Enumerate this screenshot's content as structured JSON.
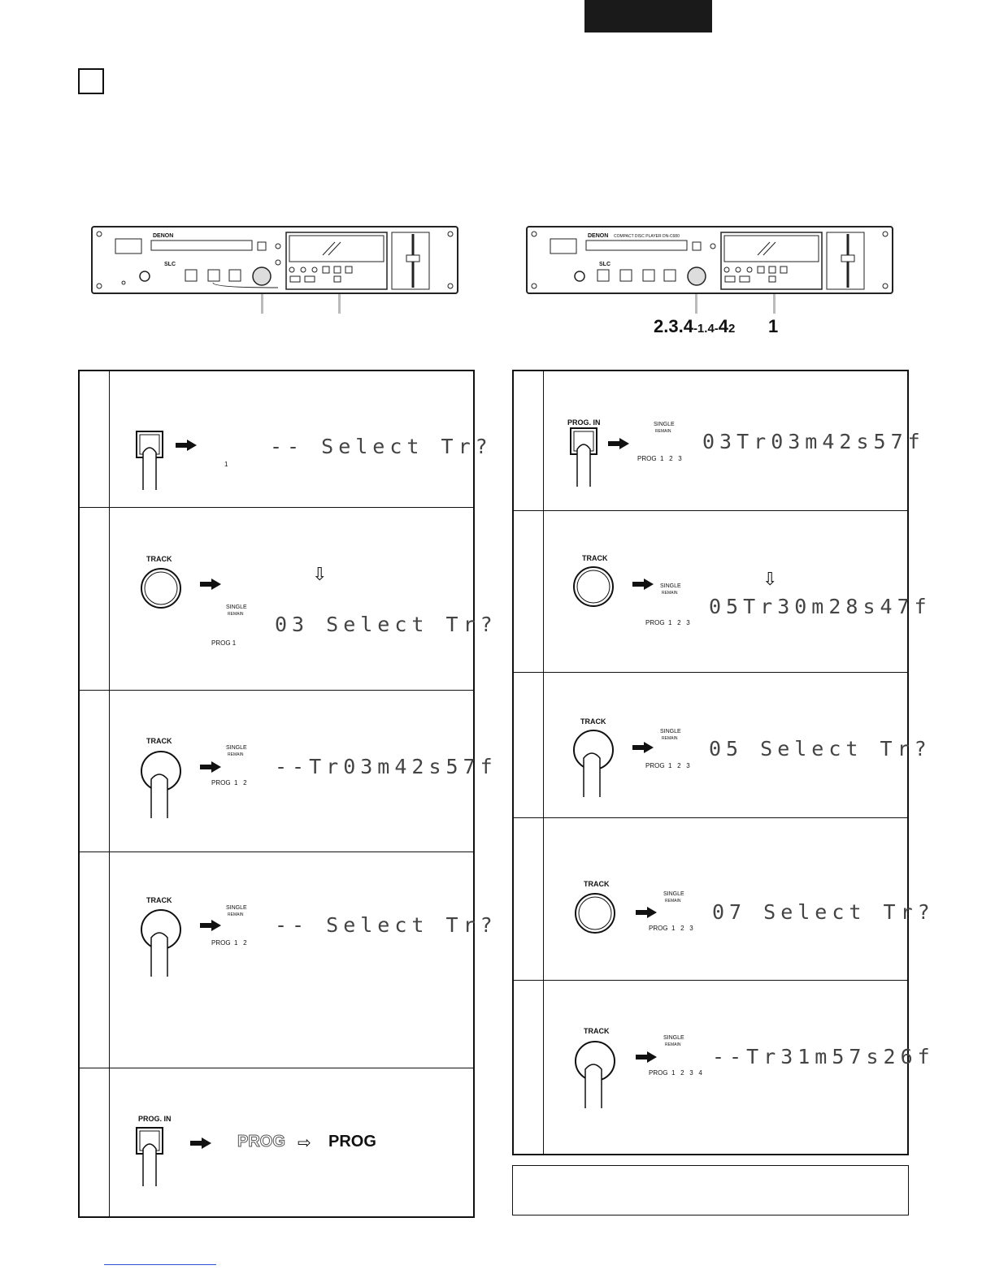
{
  "device_left": {
    "brand": "DENON",
    "logo": "SLC"
  },
  "device_right": {
    "brand": "DENON",
    "model_text": "COMPACT DISC PLAYER DN-C680",
    "logo": "SLC"
  },
  "callout": {
    "main": "2.3.4",
    "sub1": "-1.4-",
    "sub2": "2",
    "right": "1"
  },
  "left_steps": [
    {
      "lcd": "-- Select Tr?",
      "indicator": "1"
    },
    {
      "lcd": "03 Select Tr?",
      "key": "TRACK",
      "status1": "SINGLE",
      "status2": "REMAIN",
      "prog": "PROG 1"
    },
    {
      "lcd": "--Tr03m42s57f",
      "key": "TRACK",
      "status1": "SINGLE",
      "status2": "REMAIN",
      "prog": "PROG  1   2"
    },
    {
      "lcd": "-- Select Tr?",
      "key": "TRACK",
      "status1": "SINGLE",
      "status2": "REMAIN",
      "prog": "PROG  1   2"
    },
    {
      "key": "PROG. IN",
      "prog_outline": "PROG",
      "prog_solid": "PROG"
    }
  ],
  "right_steps": [
    {
      "lcd": "03Tr03m42s57f",
      "key": "PROG. IN",
      "status1": "SINGLE",
      "status2": "REMAIN",
      "prog": "PROG  1   2   3"
    },
    {
      "lcd": "05Tr30m28s47f",
      "key": "TRACK",
      "status1": "SINGLE",
      "status2": "REMAIN",
      "prog": "PROG  1   2   3"
    },
    {
      "lcd": "05 Select Tr?",
      "key": "TRACK",
      "status1": "SINGLE",
      "status2": "REMAIN",
      "prog": "PROG  1   2   3"
    },
    {
      "lcd": "07 Select Tr?",
      "key": "TRACK",
      "status1": "SINGLE",
      "status2": "REMAIN",
      "prog": "PROG  1   2   3"
    },
    {
      "lcd": "--Tr31m57s26f",
      "key": "TRACK",
      "status1": "SINGLE",
      "status2": "REMAIN",
      "prog": "PROG  1   2   3   4"
    }
  ]
}
